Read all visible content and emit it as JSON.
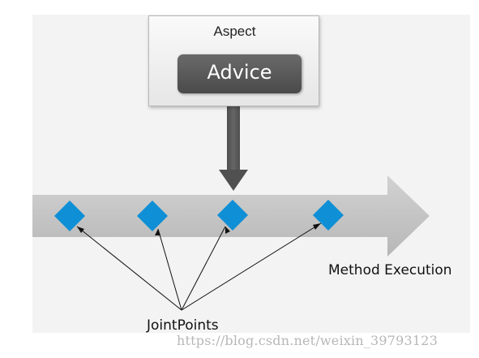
{
  "aspect": {
    "title": "Aspect",
    "advice_label": "Advice"
  },
  "timeline": {
    "label": "Method Execution"
  },
  "joinpoints": {
    "label": "JointPoints",
    "count": 4
  },
  "watermark": "https://blog.csdn.net/weixin_39793123",
  "colors": {
    "diamond": "#0f8fd5",
    "timeline_arrow": "#c4c4c4",
    "advice_arrow": "#595959",
    "advice_box": "#555555"
  }
}
